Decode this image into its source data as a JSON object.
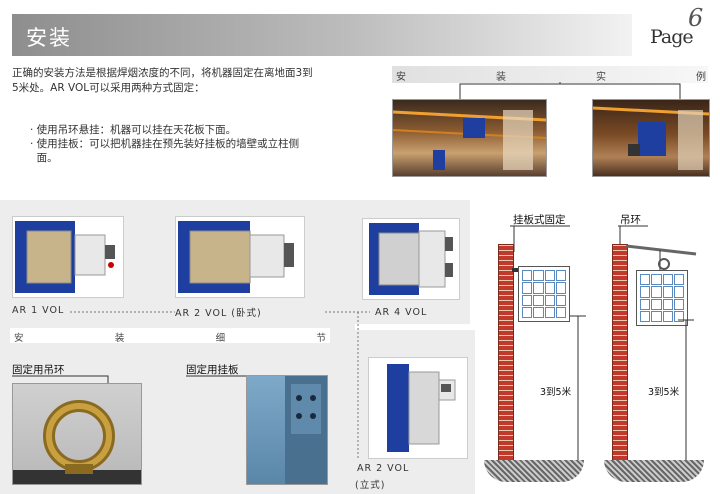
{
  "header": {
    "title": "安装",
    "page_word": "Page",
    "page_number": "6"
  },
  "intro": {
    "line1": "正确的安装方法是根据焊烟浓度的不同，将机器固定在离地面3到",
    "line2": "5米处。AR VOL可以采用两种方式固定："
  },
  "bullets": [
    "· 使用吊环悬挂：机器可以挂在天花板下面。",
    "· 使用挂板：可以把机器挂在预先装好挂板的墙壁或立柱侧",
    "  面。"
  ],
  "example": {
    "chars": [
      "安",
      "装",
      "实",
      "例"
    ]
  },
  "units": [
    {
      "label": "AR 1 VOL"
    },
    {
      "label": "AR 2 VOL (卧式)"
    },
    {
      "label": "AR 4 VOL"
    }
  ],
  "detail": {
    "chars": [
      "安",
      "装",
      "细",
      "节"
    ],
    "ring_label": "固定用吊环",
    "plate_label": "固定用挂板"
  },
  "vertical_unit": {
    "label_line1": "AR 2 VOL",
    "label_line2": "(立式)"
  },
  "diagram": {
    "left_title": "挂板式固定",
    "right_title": "吊环",
    "left_height": "3到5米",
    "right_height": "3到5米"
  },
  "colors": {
    "unit_blue": "#1f3fa0",
    "wall_red": "#c0392b",
    "header_grey": "#9a9a9a"
  }
}
